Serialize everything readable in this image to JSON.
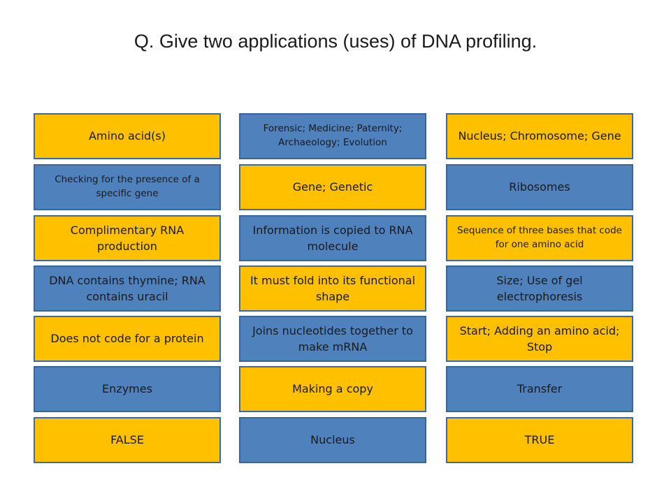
{
  "title": "Q. Give two applications (uses) of DNA profiling.",
  "colors": {
    "gold": "#FFC000",
    "blue": "#4F81BD",
    "border": "#2F5597"
  },
  "columns": [
    {
      "tiles": [
        {
          "text": "Amino acid(s)",
          "color": "gold"
        },
        {
          "text": "Checking for the presence of a specific gene",
          "color": "blue"
        },
        {
          "text": "Complimentary RNA production",
          "color": "gold"
        },
        {
          "text": "DNA contains thymine; RNA contains uracil",
          "color": "blue"
        },
        {
          "text": "Does not code for a protein",
          "color": "gold"
        },
        {
          "text": "Enzymes",
          "color": "blue"
        },
        {
          "text": "FALSE",
          "color": "gold"
        }
      ]
    },
    {
      "tiles": [
        {
          "text": "Forensic; Medicine; Paternity; Archaeology; Evolution",
          "color": "blue"
        },
        {
          "text": "Gene; Genetic",
          "color": "gold"
        },
        {
          "text": "Information is copied to RNA molecule",
          "color": "blue"
        },
        {
          "text": "It must fold into its functional shape",
          "color": "gold"
        },
        {
          "text": "Joins nucleotides together to make mRNA",
          "color": "blue"
        },
        {
          "text": "Making a copy",
          "color": "gold"
        },
        {
          "text": "Nucleus",
          "color": "blue"
        }
      ]
    },
    {
      "tiles": [
        {
          "text": "Nucleus; Chromosome; Gene",
          "color": "gold"
        },
        {
          "text": "Ribosomes",
          "color": "blue"
        },
        {
          "text": "Sequence of three bases that code for one amino acid",
          "color": "gold"
        },
        {
          "text": "Size; Use of gel electrophoresis",
          "color": "blue"
        },
        {
          "text": "Start; Adding an amino acid; Stop",
          "color": "gold"
        },
        {
          "text": "Transfer",
          "color": "blue"
        },
        {
          "text": "TRUE",
          "color": "gold"
        }
      ]
    }
  ]
}
